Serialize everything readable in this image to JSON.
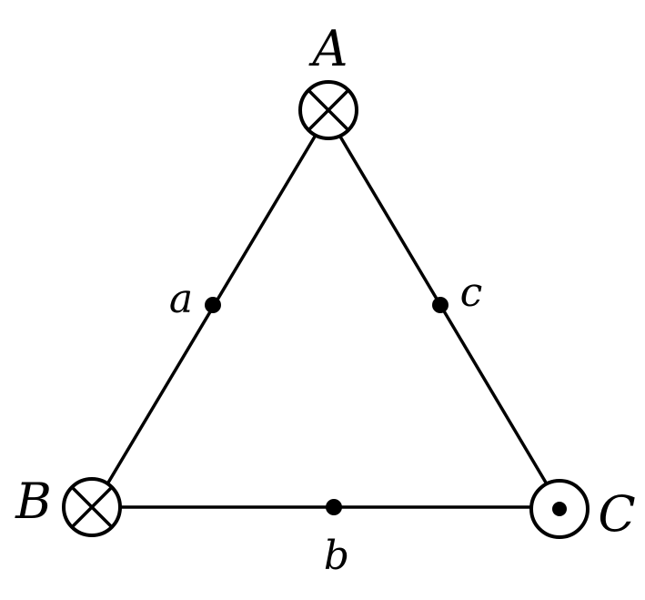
{
  "diagram": {
    "vertices": {
      "A": {
        "label": "A",
        "current_direction": "into-page"
      },
      "B": {
        "label": "B",
        "current_direction": "into-page"
      },
      "C": {
        "label": "C",
        "current_direction": "out-of-page"
      }
    },
    "points": {
      "a": {
        "label": "a"
      },
      "b": {
        "label": "b"
      },
      "c": {
        "label": "c"
      }
    },
    "colors": {
      "stroke": "#000000",
      "background": "#ffffff"
    }
  }
}
